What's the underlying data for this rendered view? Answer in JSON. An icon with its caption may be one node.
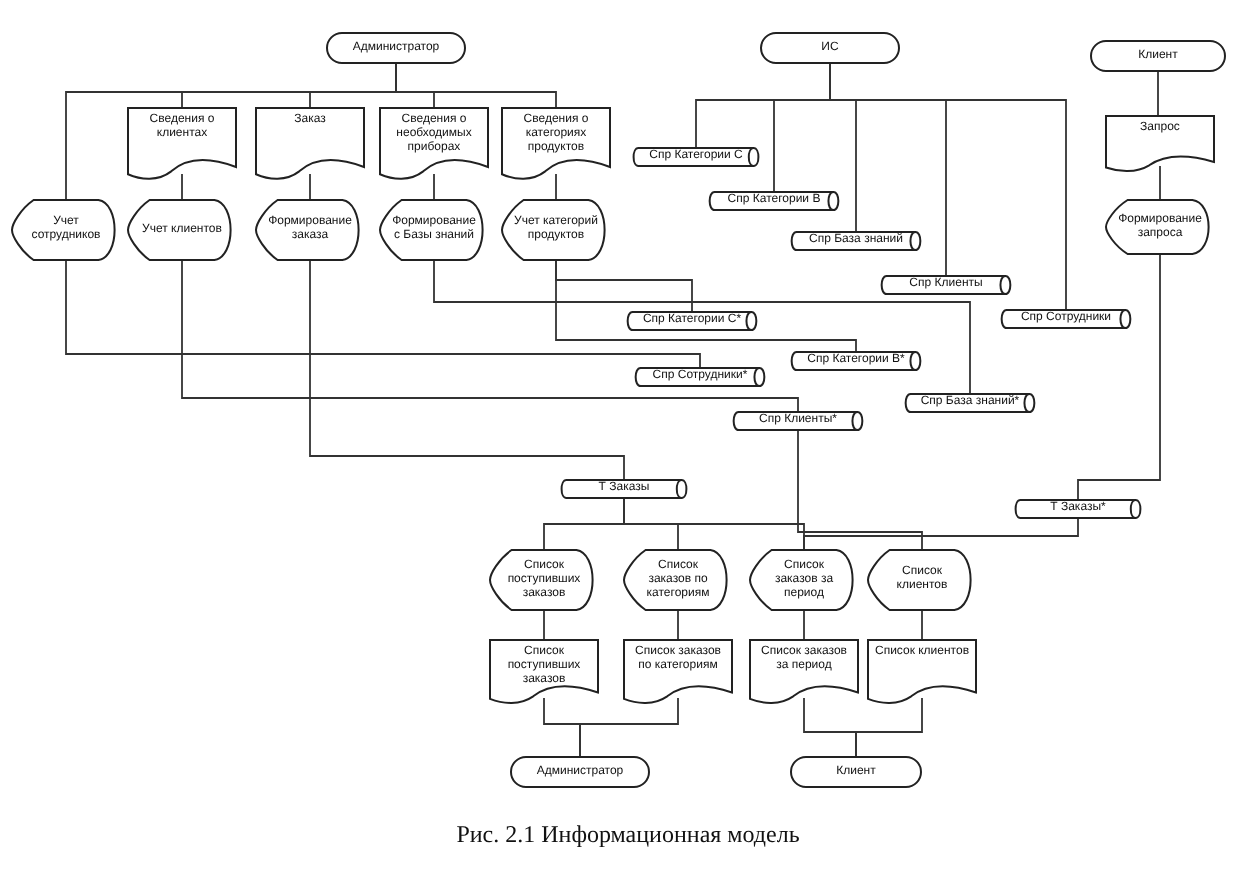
{
  "diagram": {
    "caption": "Рис. 2.1 Информационная модель",
    "nodes": [
      {
        "text": [
          "Администратор"
        ]
      },
      {
        "text": [
          "ИС"
        ]
      },
      {
        "text": [
          "Клиент"
        ]
      },
      {
        "text": [
          "Сведения о клиентах"
        ]
      },
      {
        "text": [
          "Заказ"
        ]
      },
      {
        "text": [
          "Сведения о необходимых приборах"
        ]
      },
      {
        "text": [
          "Сведения о категориях продуктов"
        ]
      },
      {
        "text": [
          "Запрос"
        ]
      },
      {
        "text": [
          "Спр Категории С"
        ]
      },
      {
        "text": [
          "Учет сотрудников"
        ]
      },
      {
        "text": [
          "Учет клиентов"
        ]
      },
      {
        "text": [
          "Формирование заказа"
        ]
      },
      {
        "text": [
          "Формирование с Базы знаний"
        ]
      },
      {
        "text": [
          "Учет категорий продуктов"
        ]
      },
      {
        "text": [
          "Спр Категории В"
        ]
      },
      {
        "text": [
          "Формирование запроса"
        ]
      },
      {
        "text": [
          "Спр База знаний"
        ]
      },
      {
        "text": [
          "Спр Клиенты"
        ]
      },
      {
        "text": [
          "Спр Категории С*"
        ]
      },
      {
        "text": [
          "Спр Сотрудники"
        ]
      },
      {
        "text": [
          "Спр Категории В*"
        ]
      },
      {
        "text": [
          "Спр Сотрудники*"
        ]
      },
      {
        "text": [
          "Спр База знаний*"
        ]
      },
      {
        "text": [
          "Спр Клиенты*"
        ]
      },
      {
        "text": [
          "Т Заказы"
        ]
      },
      {
        "text": [
          "Т Заказы*"
        ]
      },
      {
        "text": [
          "Список поступивших заказов"
        ]
      },
      {
        "text": [
          "Список заказов по категориям"
        ]
      },
      {
        "text": [
          "Список заказов за период"
        ]
      },
      {
        "text": [
          "Список клиентов"
        ]
      },
      {
        "text": [
          "Список поступивших заказов"
        ]
      },
      {
        "text": [
          "Список заказов по категориям"
        ]
      },
      {
        "text": [
          "Список заказов за период"
        ]
      },
      {
        "text": [
          "Список клиентов"
        ]
      },
      {
        "text": [
          "Администратор"
        ]
      },
      {
        "text": [
          "Клиент"
        ]
      }
    ],
    "edges": [
      {
        "from": 0,
        "to": 9,
        "arrow": "none"
      },
      {
        "from": 0,
        "to": 3,
        "arrow": "none"
      },
      {
        "from": 0,
        "to": 4,
        "arrow": "none"
      },
      {
        "from": 0,
        "to": 5,
        "arrow": "none"
      },
      {
        "from": 0,
        "to": 6,
        "arrow": "none"
      },
      {
        "from": 3,
        "to": 10,
        "arrow": "none"
      },
      {
        "from": 4,
        "to": 11,
        "arrow": "none"
      },
      {
        "from": 5,
        "to": 12,
        "arrow": "none"
      },
      {
        "from": 6,
        "to": 13,
        "arrow": "none"
      },
      {
        "from": 9,
        "to": 21,
        "arrow": "none"
      },
      {
        "from": 10,
        "to": 23,
        "arrow": "none"
      },
      {
        "from": 11,
        "to": 24,
        "arrow": "none"
      },
      {
        "from": 12,
        "to": 22,
        "arrow": "none"
      },
      {
        "from": 13,
        "to": 18,
        "arrow": "none"
      },
      {
        "from": 13,
        "to": 20,
        "arrow": "none"
      },
      {
        "from": 1,
        "to": 8,
        "arrow": "none"
      },
      {
        "from": 1,
        "to": 14,
        "arrow": "none"
      },
      {
        "from": 1,
        "to": 16,
        "arrow": "none"
      },
      {
        "from": 1,
        "to": 17,
        "arrow": "none"
      },
      {
        "from": 1,
        "to": 19,
        "arrow": "none"
      },
      {
        "from": 2,
        "to": 7,
        "arrow": "none"
      },
      {
        "from": 7,
        "to": 15,
        "arrow": "none"
      },
      {
        "from": 15,
        "to": 25,
        "arrow": "none"
      },
      {
        "from": 24,
        "to": 26,
        "arrow": "none"
      },
      {
        "from": 24,
        "to": 27,
        "arrow": "none"
      },
      {
        "from": 24,
        "to": 28,
        "arrow": "none"
      },
      {
        "from": 23,
        "to": 29,
        "arrow": "none"
      },
      {
        "from": 25,
        "to": 28,
        "arrow": "none"
      },
      {
        "from": 26,
        "to": 30,
        "arrow": "none"
      },
      {
        "from": 27,
        "to": 31,
        "arrow": "none"
      },
      {
        "from": 28,
        "to": 32,
        "arrow": "none"
      },
      {
        "from": 29,
        "to": 33,
        "arrow": "none"
      },
      {
        "from": 30,
        "to": 34,
        "arrow": "none"
      },
      {
        "from": 31,
        "to": 34,
        "arrow": "none"
      },
      {
        "from": 32,
        "to": 35,
        "arrow": "none"
      },
      {
        "from": 33,
        "to": 35,
        "arrow": "none"
      }
    ]
  }
}
